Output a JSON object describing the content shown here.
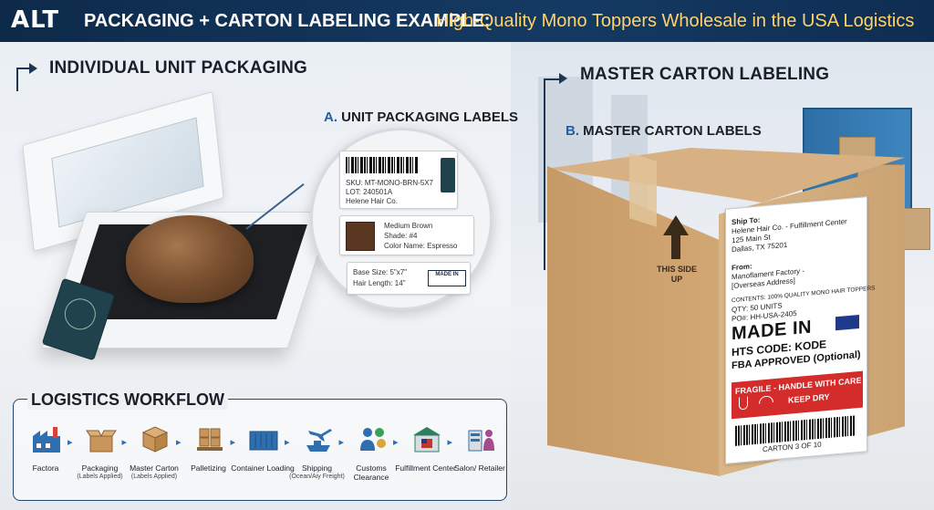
{
  "header": {
    "logo": "ALT",
    "title": "PACKAGING + CARTON LABELING EXAMPLE:",
    "subtitle": "High-Quality Mono Toppers Wholesale in the USA Logistics"
  },
  "left_section": {
    "title": "INDIVIDUAL UNIT PACKAGING",
    "sub_letter": "A.",
    "sub_title": "UNIT PACKAGING LABELS",
    "label1": {
      "sku": "SKU: MT-MONO-BRN-5X7",
      "lot": "LOT: 240501A",
      "brand": "Helene Hair Co."
    },
    "label2": {
      "color": "Medium Brown",
      "shade": "Shade: #4",
      "color_name": "Color Name: Espresso",
      "swatch_color": "#5b3821"
    },
    "label3": {
      "base": "Base Size: 5\"x7\"",
      "length": "Hair Length: 14\"",
      "badge": "MADE IN"
    }
  },
  "right_section": {
    "title": "MASTER CARTON LABELING",
    "sub_letter": "B.",
    "sub_title": "MASTER CARTON LABELS",
    "this_side_up": "THIS SIDE UP",
    "ship_to": [
      "Ship To:",
      "Helene Hair Co. - Fulfillment Center",
      "125 Main St",
      "Dallas, TX 75201"
    ],
    "from": [
      "From:",
      "Manoflament Factory -",
      "[Overseas Address]"
    ],
    "contents": [
      "CONTENTS: 100% QUALITY MONO HAIR TOPPERS",
      "QTY: 50 UNITS",
      "PO#: HH-USA-2405"
    ],
    "made_in": "MADE IN",
    "hts": "HTS CODE: KODE",
    "fba": "FBA APPROVED (Optional)",
    "fragile_line1": "FRAGILE - HANDLE WITH CARE",
    "fragile_line2": "KEEP DRY",
    "carton_count": "CARTON 3 OF 10",
    "fragile_color": "#d42b2b"
  },
  "workflow": {
    "title": "LOGISTICS WORKFLOW",
    "steps": [
      {
        "label": "Factora",
        "sub": "",
        "icon": "factory-icon"
      },
      {
        "label": "Packaging",
        "sub": "(Labels Applied)",
        "icon": "open-box-icon"
      },
      {
        "label": "Master Carton",
        "sub": "(Labels Applied)",
        "icon": "carton-icon"
      },
      {
        "label": "Palletizing",
        "sub": "",
        "icon": "pallet-icon"
      },
      {
        "label": "Container Loading",
        "sub": "",
        "icon": "container-icon"
      },
      {
        "label": "Shipping",
        "sub": "(Ocean/Aiy Freight)",
        "icon": "ship-plane-icon"
      },
      {
        "label": "Customs Clearance",
        "sub": "",
        "icon": "customs-icon"
      },
      {
        "label": "Fulfillment Center",
        "sub": "",
        "icon": "warehouse-icon"
      },
      {
        "label": "Salon/ Retailer",
        "sub": "",
        "icon": "retailer-icon"
      }
    ]
  }
}
